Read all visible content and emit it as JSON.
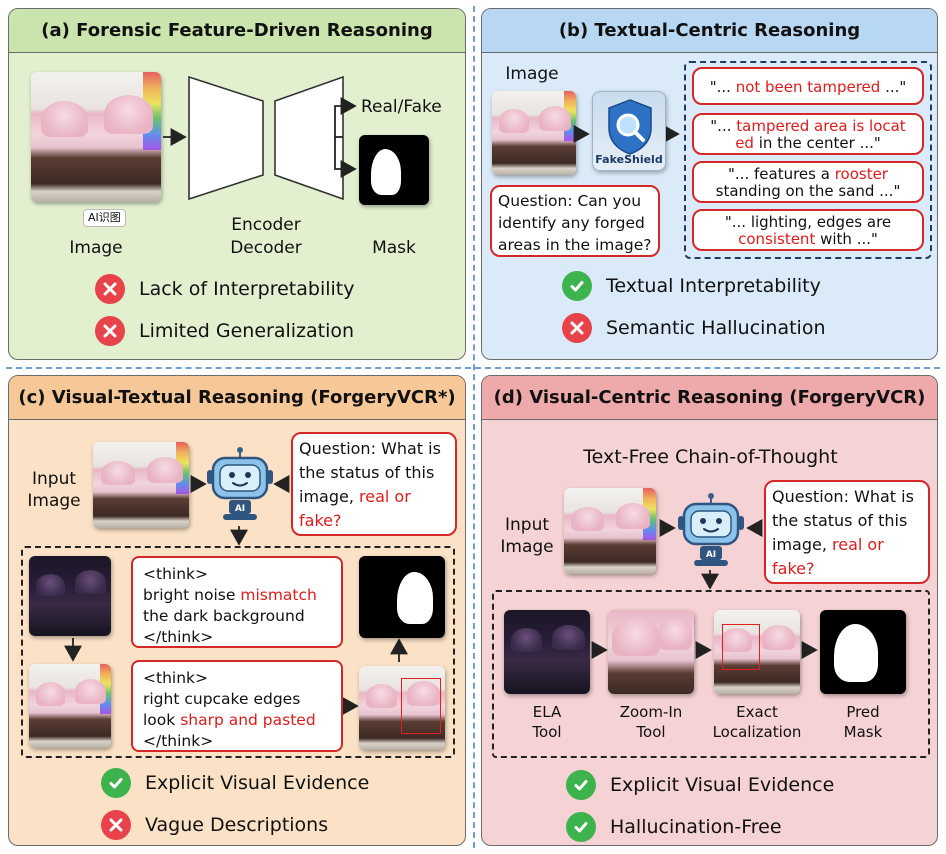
{
  "panel_a": {
    "title": "(a) Forensic Feature-Driven Reasoning",
    "image_label": "Image",
    "ai_tag": "AI识图",
    "encoder_decoder": [
      "Encoder",
      "Decoder"
    ],
    "output_real_fake": "Real/Fake",
    "mask_label": "Mask",
    "cons": [
      "Lack of Interpretability",
      "Limited Generalization"
    ]
  },
  "panel_b": {
    "title": "(b) Textual-Centric Reasoning",
    "image_label": "Image",
    "tool_name": "FakeShield",
    "question": "Question: Can you identify any forged areas in the image?",
    "responses": [
      {
        "parts": [
          {
            "t": "\"... ",
            "red": false
          },
          {
            "t": "not been tampered",
            "red": true
          },
          {
            "t": " ...\"",
            "red": false
          }
        ]
      },
      {
        "parts": [
          {
            "t": "\"... ",
            "red": false
          },
          {
            "t": "tampered area is locat ed",
            "red": true
          },
          {
            "t": " in the center ...\"",
            "red": false
          }
        ]
      },
      {
        "parts": [
          {
            "t": "\"... features a ",
            "red": false
          },
          {
            "t": "rooster",
            "red": true
          },
          {
            "t": " standing on the sand ...\"",
            "red": false
          }
        ]
      },
      {
        "parts": [
          {
            "t": "\"... lighting, edges are ",
            "red": false
          },
          {
            "t": "consistent",
            "red": true
          },
          {
            "t": " with ...\"",
            "red": false
          }
        ]
      }
    ],
    "pro": "Textual Interpretability",
    "con": "Semantic Hallucination"
  },
  "panel_c": {
    "title": "(c) Visual-Textual Reasoning (ForgeryVCR*)",
    "input_label": [
      "Input",
      "Image"
    ],
    "question_plain": "Question: What is the status of this image, ",
    "question_red": "real or fake?",
    "think1": [
      "<think>",
      "bright noise ",
      "mismatch",
      "the dark background",
      "</think>"
    ],
    "think2": [
      "<think>",
      "right  cupcake  edges",
      "look ",
      "sharp and pasted",
      "</think>"
    ],
    "pro": "Explicit Visual Evidence",
    "con": "Vague Descriptions"
  },
  "panel_d": {
    "title": "(d) Visual-Centric Reasoning (ForgeryVCR)",
    "subtitle": "Text-Free Chain-of-Thought",
    "input_label": [
      "Input",
      "Image"
    ],
    "question_plain": "Question: What is the status of this image, ",
    "question_red": "real or fake?",
    "steps": [
      [
        "ELA",
        "Tool"
      ],
      [
        "Zoom-In",
        "Tool"
      ],
      [
        "Exact",
        "Localization"
      ],
      [
        "Pred",
        "Mask"
      ]
    ],
    "pros": [
      "Explicit Visual Evidence",
      "Hallucination-Free"
    ]
  },
  "colors": {
    "panel_a_bg": "#e3f0d0",
    "panel_b_bg": "#dbeaf8",
    "panel_c_bg": "#fbe2c6",
    "panel_d_bg": "#f5d2d3",
    "highlight_red": "#e01b1b",
    "check_green": "#3db34d",
    "cross_red": "#e8424a"
  }
}
